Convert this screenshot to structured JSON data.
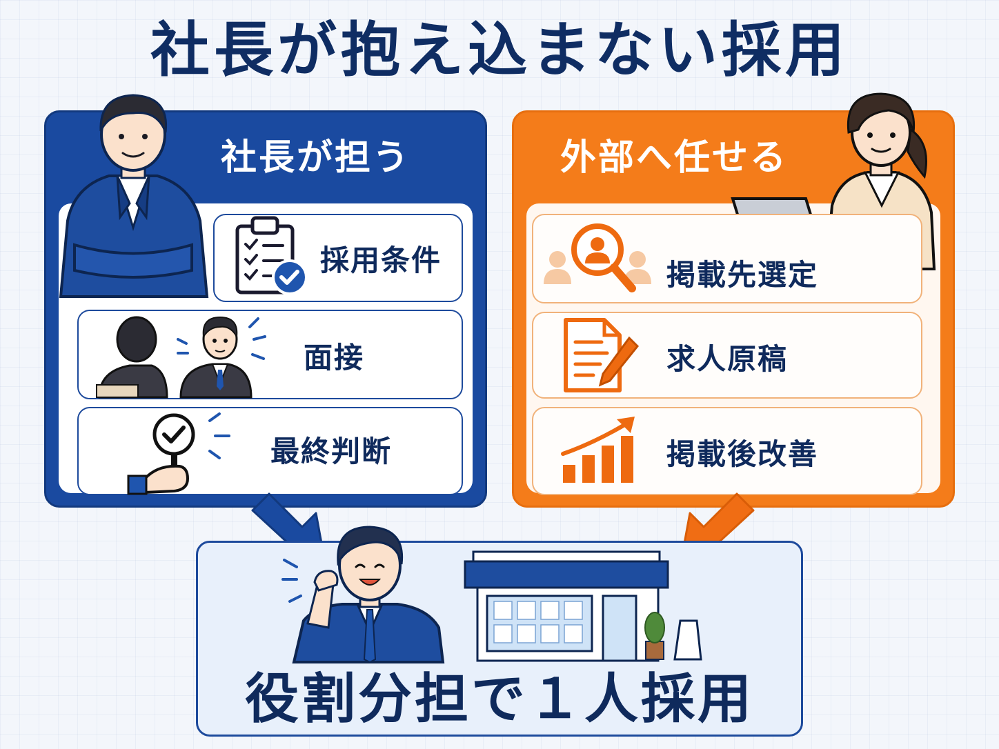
{
  "title": "社長が抱え込まない採用",
  "left_panel": {
    "heading": "社長が担う",
    "color": "#1a4aa0",
    "items": [
      {
        "label": "採用条件",
        "icon": "clipboard-check-icon"
      },
      {
        "label": "面接",
        "icon": "interview-icon"
      },
      {
        "label": "最終判断",
        "icon": "magnifier-check-icon"
      }
    ]
  },
  "right_panel": {
    "heading": "外部へ任せる",
    "color": "#f47c1a",
    "items": [
      {
        "label": "掲載先選定",
        "icon": "search-people-icon"
      },
      {
        "label": "求人原稿",
        "icon": "document-pen-icon"
      },
      {
        "label": "掲載後改善",
        "icon": "growth-chart-icon"
      }
    ]
  },
  "result": {
    "label": "役割分担で１人採用",
    "icons": [
      "happy-president-icon",
      "storefront-icon"
    ]
  }
}
